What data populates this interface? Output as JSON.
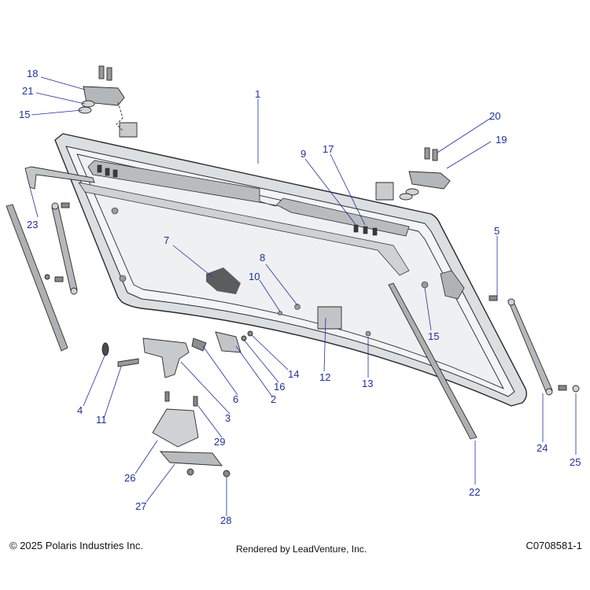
{
  "callouts": [
    {
      "id": "1",
      "label": "1"
    },
    {
      "id": "2",
      "label": "2"
    },
    {
      "id": "3",
      "label": "3"
    },
    {
      "id": "4",
      "label": "4"
    },
    {
      "id": "5",
      "label": "5"
    },
    {
      "id": "6",
      "label": "6"
    },
    {
      "id": "7",
      "label": "7"
    },
    {
      "id": "8",
      "label": "8"
    },
    {
      "id": "9",
      "label": "9"
    },
    {
      "id": "10",
      "label": "10"
    },
    {
      "id": "11",
      "label": "11"
    },
    {
      "id": "12",
      "label": "12"
    },
    {
      "id": "13",
      "label": "13"
    },
    {
      "id": "14",
      "label": "14"
    },
    {
      "id": "15a",
      "label": "15"
    },
    {
      "id": "15b",
      "label": "15"
    },
    {
      "id": "16",
      "label": "16"
    },
    {
      "id": "17",
      "label": "17"
    },
    {
      "id": "18",
      "label": "18"
    },
    {
      "id": "19",
      "label": "19"
    },
    {
      "id": "20",
      "label": "20"
    },
    {
      "id": "21",
      "label": "21"
    },
    {
      "id": "22",
      "label": "22"
    },
    {
      "id": "23",
      "label": "23"
    },
    {
      "id": "24",
      "label": "24"
    },
    {
      "id": "25",
      "label": "25"
    },
    {
      "id": "26",
      "label": "26"
    },
    {
      "id": "27",
      "label": "27"
    },
    {
      "id": "28",
      "label": "28"
    },
    {
      "id": "29",
      "label": "29"
    }
  ],
  "footer": {
    "copyright": "© 2025 Polaris Industries Inc.",
    "rendered_by": "Rendered by LeadVenture, Inc.",
    "diagram_code": "C0708581-1"
  },
  "colors": {
    "callout_text": "#1f2f9c",
    "line_art": "#2a2a2a",
    "glass_fill": "#eef0f1",
    "frame_fill": "#d7d9db"
  }
}
